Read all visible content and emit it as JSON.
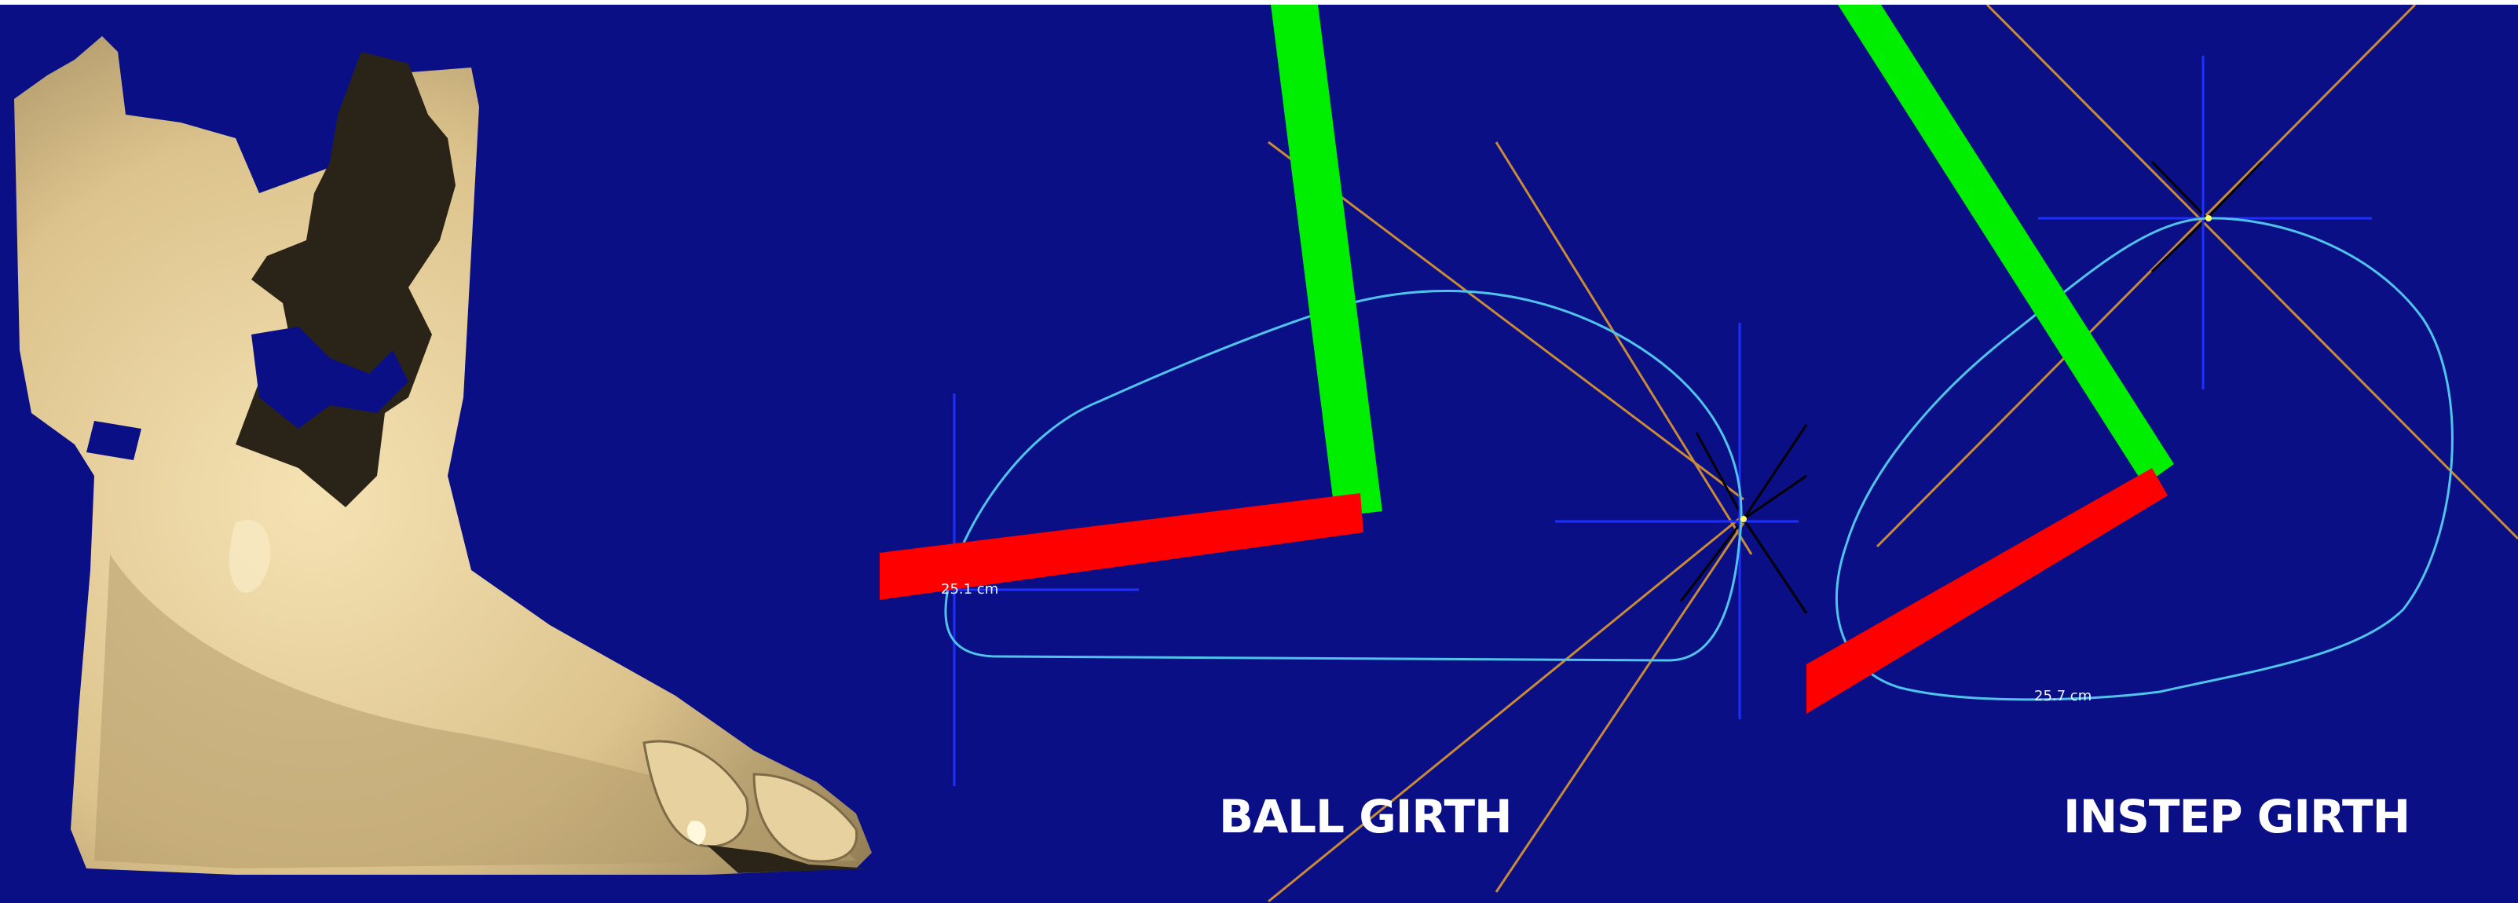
{
  "colors": {
    "background": "#0a0f86",
    "foot_skin": "#dcc38d",
    "foot_inside": "#2a2418",
    "contour": "#4fc3ea",
    "axis_green": "#00ee00",
    "axis_red": "#ff0000",
    "crosshair": "#1e2fff",
    "guide_orange": "#c98a35"
  },
  "icons": [
    "foot-scan-model",
    "cross-section-contour",
    "green-axis-bar",
    "red-axis-bar",
    "crosshair-marker"
  ],
  "ball_girth": {
    "title": "BALL GIRTH",
    "measurement_label": "25.1 cm"
  },
  "instep_girth": {
    "title": "INSTEP GIRTH",
    "measurement_label": "25.7 cm"
  }
}
